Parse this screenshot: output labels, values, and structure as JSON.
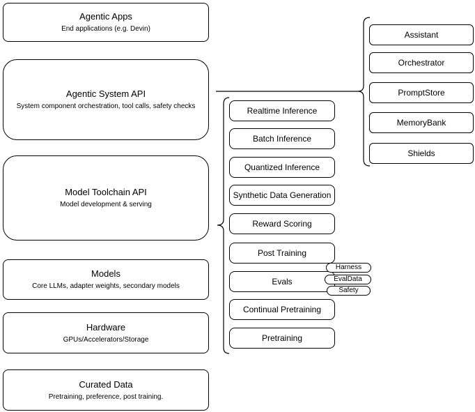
{
  "colors": {
    "stroke": "#000000",
    "background": "#ffffff",
    "text": "#000000"
  },
  "left_stack": [
    {
      "title": "Agentic Apps",
      "subtitle": "End applications (e.g. Devin)"
    },
    {
      "title": "Agentic System API",
      "subtitle": "System component orchestration, tool calls, safety checks"
    },
    {
      "title": "Model Toolchain API",
      "subtitle": "Model development & serving"
    },
    {
      "title": "Models",
      "subtitle": "Core LLMs, adapter weights, secondary models"
    },
    {
      "title": "Hardware",
      "subtitle": "GPUs/Accelerators/Storage"
    },
    {
      "title": "Curated Data",
      "subtitle": "Pretraining, preference, post training."
    }
  ],
  "toolchain_components": [
    "Realtime Inference",
    "Batch Inference",
    "Quantized Inference",
    "Synthetic Data Generation",
    "Reward Scoring",
    "Post Training",
    "Evals",
    "Continual Pretraining",
    "Pretraining"
  ],
  "evals_tags": [
    "Harness",
    "EvalData",
    "Safety"
  ],
  "system_components": [
    "Assistant",
    "Orchestrator",
    "PromptStore",
    "MemoryBank",
    "Shields"
  ]
}
